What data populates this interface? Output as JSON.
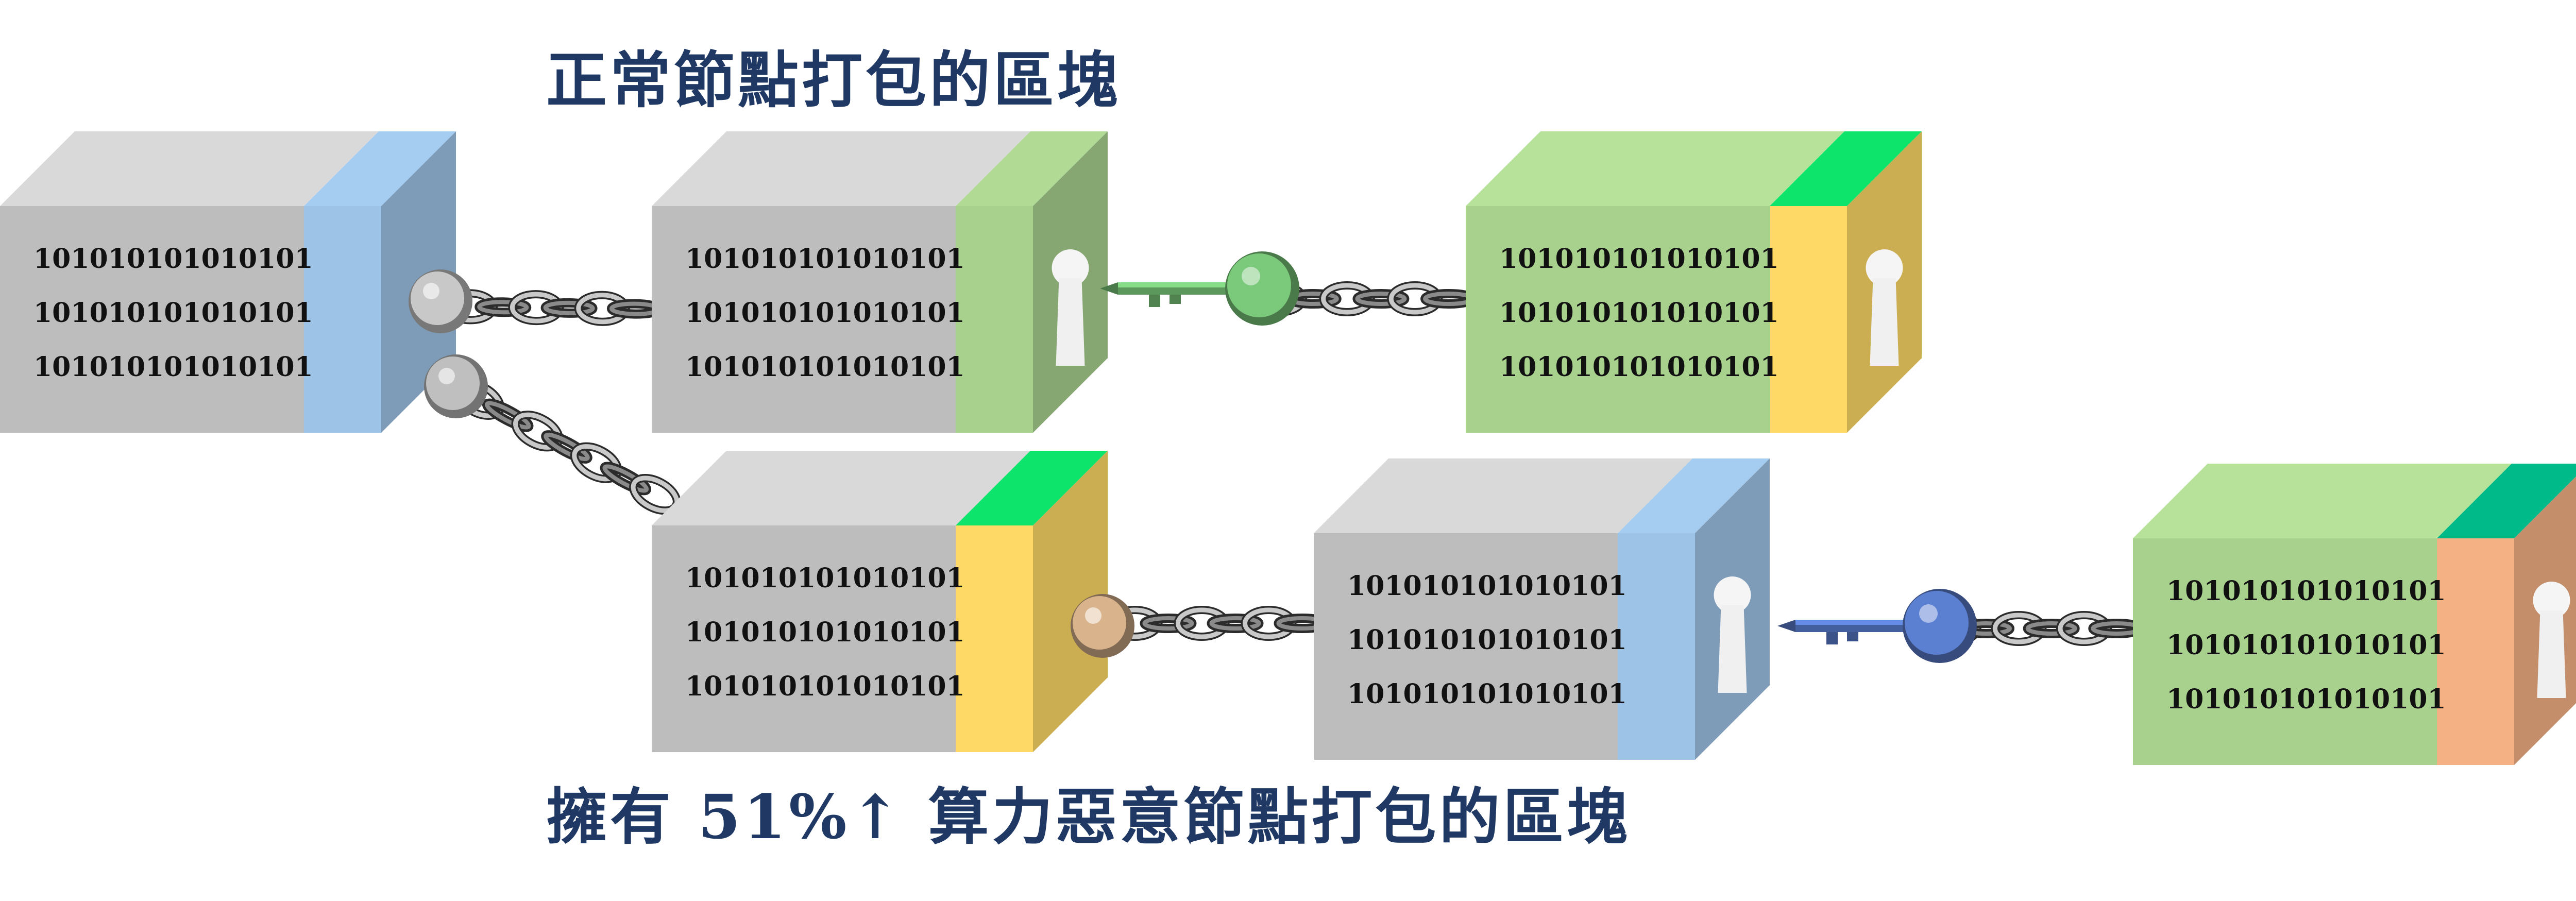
{
  "titles": {
    "top": "正常節點打包的區塊",
    "bottom": "擁有 51%↑ 算力惡意節點打包的區塊"
  },
  "binary_line": "101010101010101",
  "colors": {
    "gray_front": "#bdbdbd",
    "gray_top": "#d9d9d9",
    "blue": "#9dc3e6",
    "green": "#a9d18e",
    "yellow": "#ffd966",
    "orange": "#f4b183",
    "title_blue": "#1f3864"
  },
  "blocks": [
    {
      "id": "genesis",
      "body": "gray",
      "side": "blue",
      "keyhole": false
    },
    {
      "id": "normal-2",
      "body": "gray",
      "side": "green",
      "keyhole": true
    },
    {
      "id": "normal-3",
      "body": "green",
      "side": "yellow",
      "keyhole": true
    },
    {
      "id": "malicious-2",
      "body": "gray",
      "side": "yellow",
      "keyhole": false
    },
    {
      "id": "malicious-3",
      "body": "gray",
      "side": "blue",
      "keyhole": true
    },
    {
      "id": "malicious-4",
      "body": "green",
      "side": "orange",
      "keyhole": true
    }
  ],
  "keys": [
    {
      "color": "green-key"
    },
    {
      "color": "gold-key"
    },
    {
      "color": "blue-key"
    }
  ]
}
